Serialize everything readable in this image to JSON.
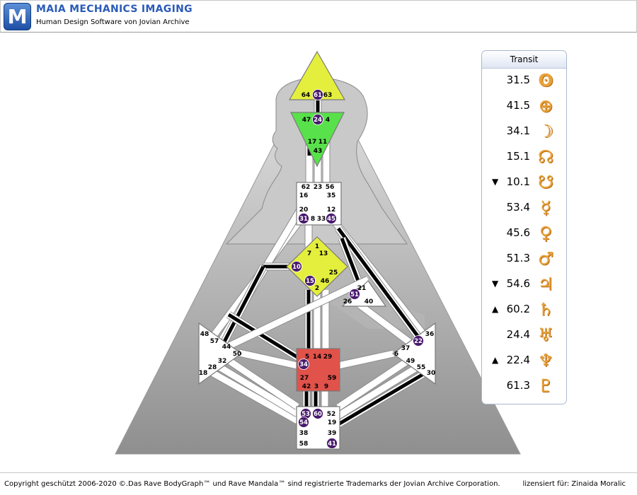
{
  "header": {
    "logo_letter": "M",
    "title": "MAIA MECHANICS IMAGING",
    "subtitle": "Human Design Software von Jovian Archive"
  },
  "bodygraph": {
    "gates": {
      "64": {
        "active": false
      },
      "61": {
        "active": true
      },
      "63": {
        "active": false
      },
      "47": {
        "active": false
      },
      "24": {
        "active": true
      },
      "4": {
        "active": false
      },
      "17": {
        "active": false
      },
      "11": {
        "active": false
      },
      "43": {
        "active": false
      },
      "62": {
        "active": false
      },
      "23": {
        "active": false
      },
      "56": {
        "active": false
      },
      "16": {
        "active": false
      },
      "35": {
        "active": false
      },
      "20": {
        "active": false
      },
      "12": {
        "active": false
      },
      "31": {
        "active": true
      },
      "8": {
        "active": false
      },
      "33": {
        "active": false
      },
      "45": {
        "active": true
      },
      "1": {
        "active": false
      },
      "7": {
        "active": false
      },
      "13": {
        "active": false
      },
      "10": {
        "active": true
      },
      "25": {
        "active": false
      },
      "15": {
        "active": true
      },
      "46": {
        "active": false
      },
      "2": {
        "active": false
      },
      "21": {
        "active": false
      },
      "51": {
        "active": true
      },
      "26": {
        "active": false
      },
      "40": {
        "active": false
      },
      "48": {
        "active": false
      },
      "57": {
        "active": false
      },
      "44": {
        "active": false
      },
      "50": {
        "active": false
      },
      "32": {
        "active": false
      },
      "28": {
        "active": false
      },
      "18": {
        "active": false
      },
      "36": {
        "active": false
      },
      "22": {
        "active": true
      },
      "37": {
        "active": false
      },
      "6": {
        "active": false
      },
      "49": {
        "active": false
      },
      "55": {
        "active": false
      },
      "30": {
        "active": false
      },
      "5": {
        "active": false
      },
      "14": {
        "active": false
      },
      "29": {
        "active": false
      },
      "34": {
        "active": true
      },
      "27": {
        "active": false
      },
      "59": {
        "active": false
      },
      "42": {
        "active": false
      },
      "3": {
        "active": false
      },
      "9": {
        "active": false
      },
      "53": {
        "active": true
      },
      "60": {
        "active": true
      },
      "52": {
        "active": false
      },
      "54": {
        "active": true
      },
      "19": {
        "active": false
      },
      "38": {
        "active": false
      },
      "39": {
        "active": false
      },
      "58": {
        "active": false
      },
      "41": {
        "active": true
      }
    },
    "centers": {
      "head": {
        "defined": true,
        "color": "#e3ef3c"
      },
      "ajna": {
        "defined": true,
        "color": "#58e14b"
      },
      "throat": {
        "defined": false,
        "color": "#ffffff"
      },
      "g": {
        "defined": true,
        "color": "#e3ef3c"
      },
      "ego": {
        "defined": false,
        "color": "#ffffff"
      },
      "splenic": {
        "defined": false,
        "color": "#ffffff"
      },
      "solar_plexus": {
        "defined": false,
        "color": "#ffffff"
      },
      "sacral": {
        "defined": true,
        "color": "#e0524a"
      },
      "root": {
        "defined": false,
        "color": "#ffffff"
      }
    },
    "active_gate_color": "#4a1a6e"
  },
  "transit": {
    "title": "Transit",
    "planets": [
      {
        "value": "31.5",
        "arrow": "",
        "glyph": "ʘ",
        "icon": "sun-icon"
      },
      {
        "value": "41.5",
        "arrow": "",
        "glyph": "⊕",
        "icon": "earth-icon"
      },
      {
        "value": "34.1",
        "arrow": "",
        "glyph": "☽",
        "icon": "moon-icon"
      },
      {
        "value": "15.1",
        "arrow": "",
        "glyph": "☊",
        "icon": "north-node-icon"
      },
      {
        "value": "10.1",
        "arrow": "▼",
        "glyph": "☋",
        "icon": "south-node-icon"
      },
      {
        "value": "53.4",
        "arrow": "",
        "glyph": "☿",
        "icon": "mercury-icon"
      },
      {
        "value": "45.6",
        "arrow": "",
        "glyph": "♀",
        "icon": "venus-icon"
      },
      {
        "value": "51.3",
        "arrow": "",
        "glyph": "♂",
        "icon": "mars-icon"
      },
      {
        "value": "54.6",
        "arrow": "▼",
        "glyph": "♃",
        "icon": "jupiter-icon"
      },
      {
        "value": "60.2",
        "arrow": "▲",
        "glyph": "♄",
        "icon": "saturn-icon"
      },
      {
        "value": "24.4",
        "arrow": "",
        "glyph": "♅",
        "icon": "uranus-icon"
      },
      {
        "value": "22.4",
        "arrow": "▲",
        "glyph": "♆",
        "icon": "neptune-icon"
      },
      {
        "value": "61.3",
        "arrow": "",
        "glyph": "♇",
        "icon": "pluto-icon"
      }
    ]
  },
  "footer": {
    "copyright": "Copyright geschützt 2006-2020 ©.Das Rave BodyGraph™ und Rave Mandala™ sind registrierte Trademarks der Jovian Archive Corporation.",
    "license": "lizensiert für: Zinaida Moralic"
  }
}
